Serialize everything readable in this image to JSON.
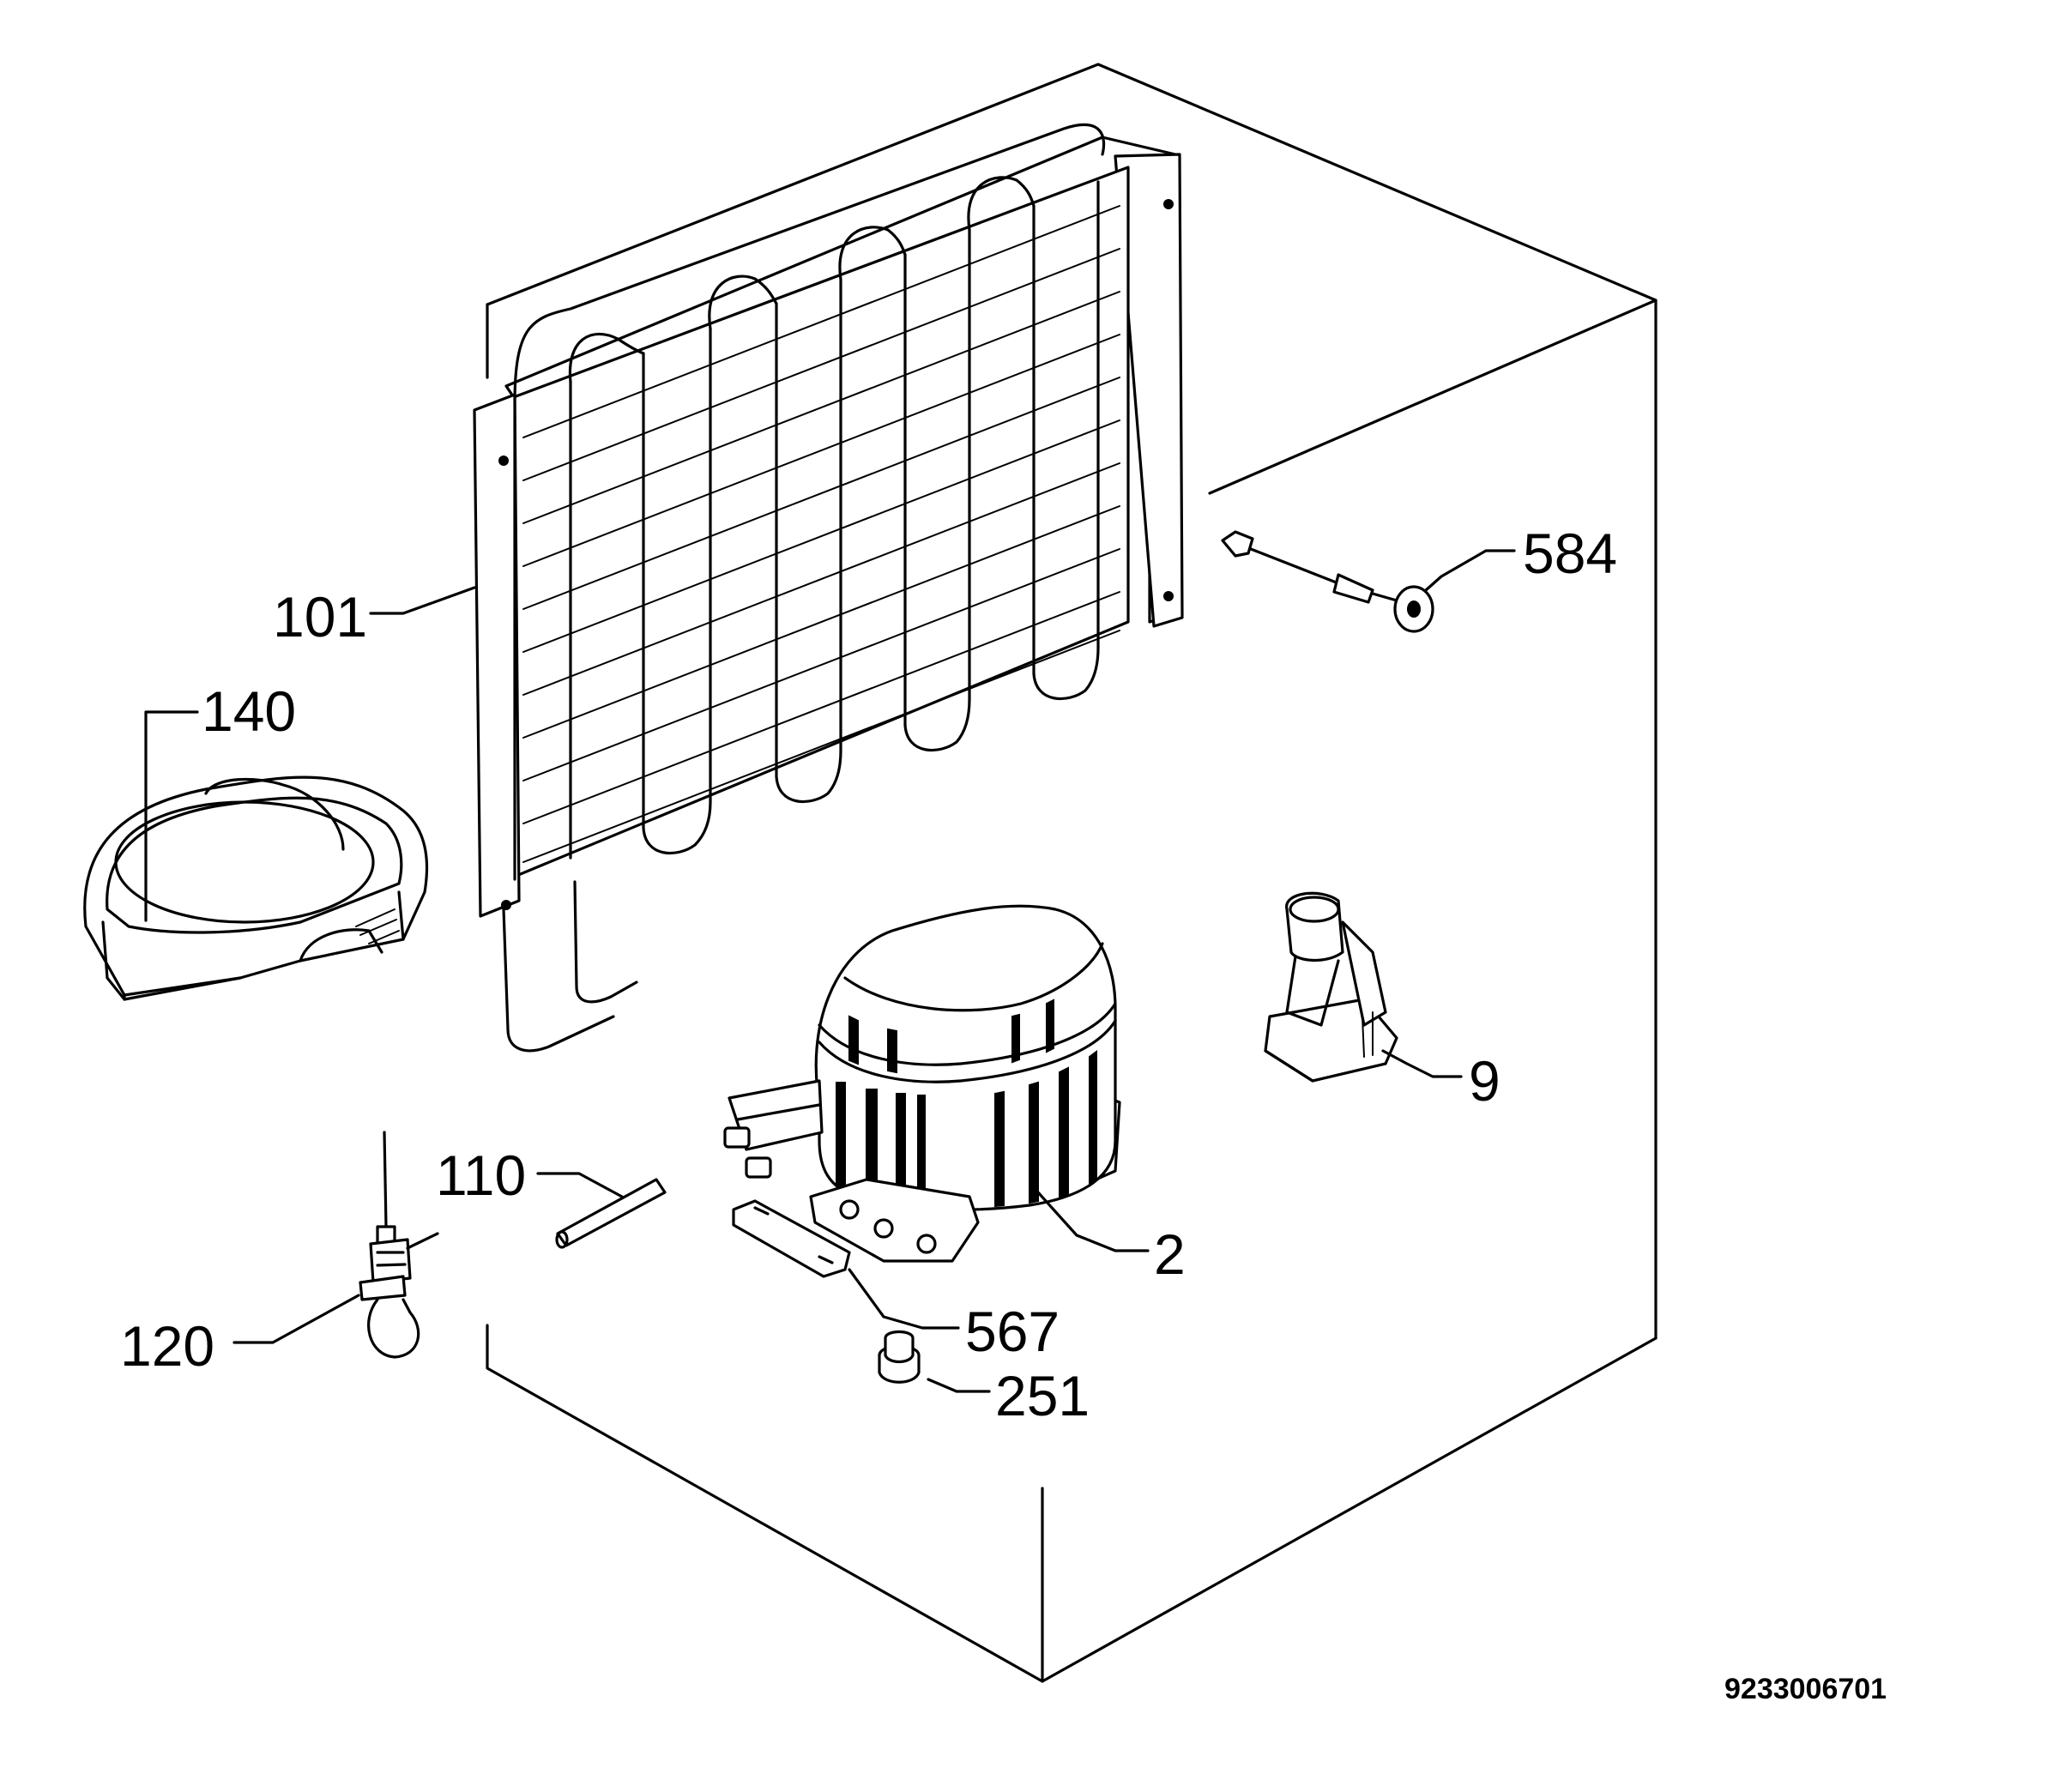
{
  "document_number": "9233006701",
  "parts": [
    {
      "id": "condenser",
      "number": "101"
    },
    {
      "id": "drip-tray",
      "number": "140"
    },
    {
      "id": "thermostat-sensor",
      "number": "584"
    },
    {
      "id": "relay",
      "number": "9"
    },
    {
      "id": "compressor",
      "number": "2"
    },
    {
      "id": "dryer-pipe",
      "number": "110"
    },
    {
      "id": "service-valve",
      "number": "120"
    },
    {
      "id": "mounting-bracket",
      "number": "567"
    },
    {
      "id": "rubber-grommet",
      "number": "251"
    }
  ],
  "colors": {
    "ink": "#000000",
    "paper": "#ffffff"
  }
}
